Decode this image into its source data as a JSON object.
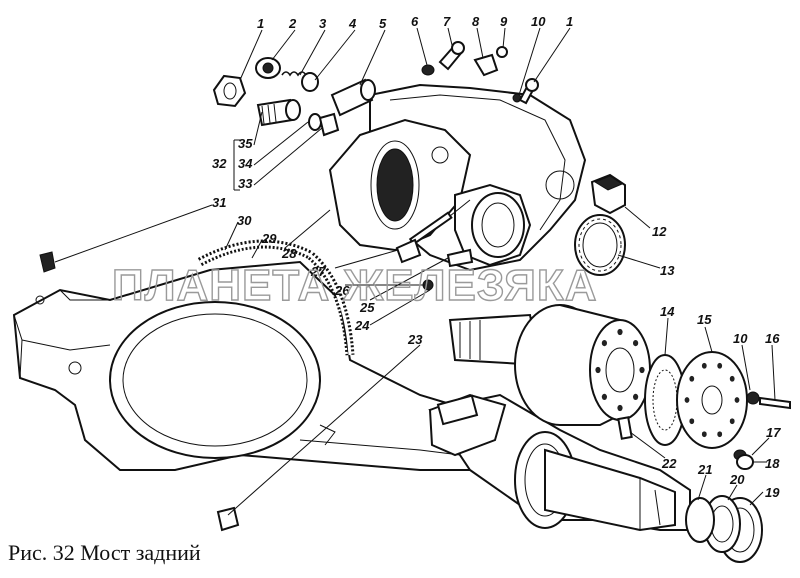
{
  "caption": "Рис. 32 Мост задний",
  "watermark": "ПЛАНЕТА ЖЕЛЕЗЯКА",
  "group": {
    "label": "32",
    "members": [
      "35",
      "34",
      "33"
    ]
  },
  "callouts": [
    "1",
    "2",
    "3",
    "4",
    "5",
    "6",
    "7",
    "8",
    "9",
    "10",
    "1",
    "12",
    "13",
    "14",
    "15",
    "10",
    "16",
    "17",
    "18",
    "19",
    "20",
    "21",
    "22",
    "23",
    "24",
    "25",
    "26",
    "27",
    "28",
    "29",
    "30",
    "31"
  ]
}
